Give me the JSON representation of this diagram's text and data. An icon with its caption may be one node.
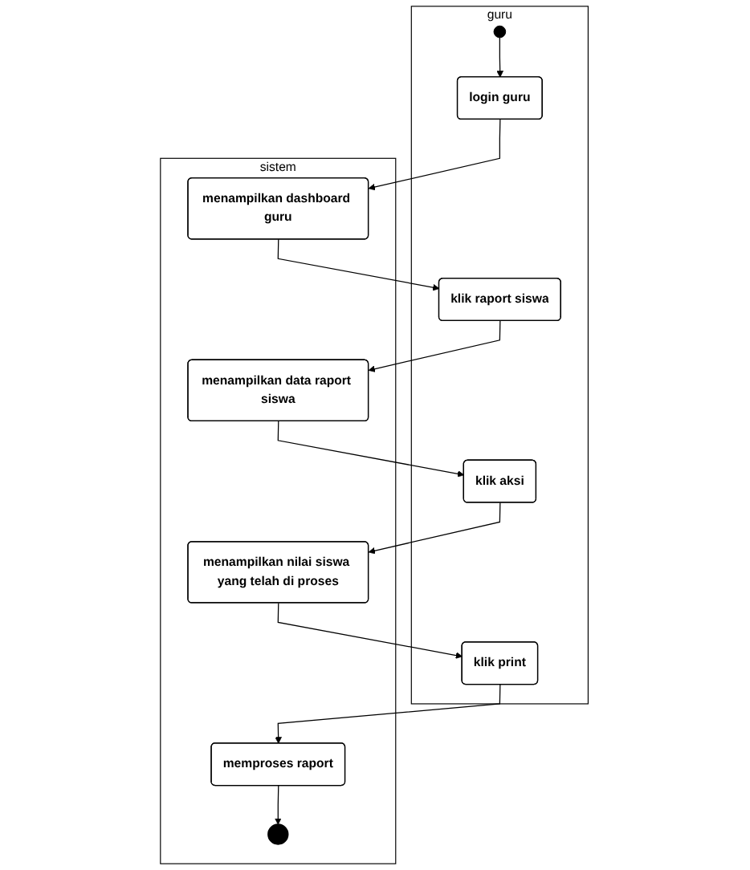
{
  "diagram": {
    "nodes": [
      {
        "text": [
          "guru"
        ]
      },
      {
        "text": [],
        "shape": "circle",
        "in": 0
      },
      {
        "text": [
          "login guru"
        ],
        "in": 0
      },
      {
        "text": [
          "klik raport siswa"
        ],
        "in": 0
      },
      {
        "text": [
          "klik aksi"
        ],
        "in": 0
      },
      {
        "text": [
          "klik print"
        ],
        "in": 0
      },
      {
        "text": [
          "sistem"
        ]
      },
      {
        "text": [
          "menampilkan dashboard guru"
        ],
        "in": 6
      },
      {
        "text": [
          "menampilkan data raport siswa"
        ],
        "in": 6
      },
      {
        "text": [
          "menampilkan nilai siswa yang telah di proses"
        ],
        "in": 6
      },
      {
        "text": [
          "memproses raport"
        ],
        "in": 6
      },
      {
        "text": [],
        "shape": "bullseye",
        "in": 6
      }
    ],
    "edges": [
      {
        "from": 1,
        "to": 2,
        "arrow": "to"
      },
      {
        "from": 2,
        "to": 7,
        "arrow": "to"
      },
      {
        "from": 7,
        "to": 3,
        "arrow": "to"
      },
      {
        "from": 3,
        "to": 8,
        "arrow": "to"
      },
      {
        "from": 8,
        "to": 4,
        "arrow": "to"
      },
      {
        "from": 4,
        "to": 9,
        "arrow": "to"
      },
      {
        "from": 9,
        "to": 5,
        "arrow": "to"
      },
      {
        "from": 5,
        "to": 10,
        "arrow": "to"
      },
      {
        "from": 10,
        "to": 11,
        "arrow": "to"
      }
    ]
  }
}
